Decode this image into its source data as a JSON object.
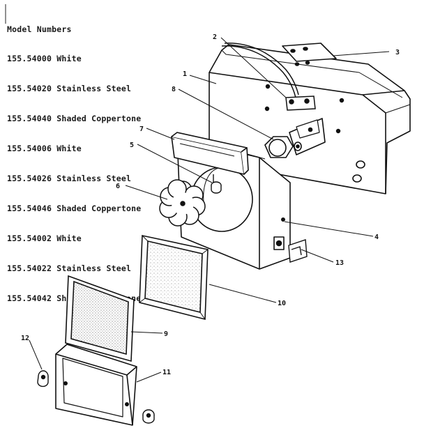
{
  "header": {
    "title": "Model Numbers"
  },
  "models": [
    "155.54000 White",
    "155.54020 Stainless Steel",
    "155.54040 Shaded Coppertone",
    "155.54006 White",
    "155.54026 Stainless Steel",
    "155.54046 Shaded Coppertone",
    "155.54002 White",
    "155.54022 Stainless Steel",
    "155.54042 Shaded Coppertone"
  ],
  "callouts": {
    "c1": "1",
    "c2": "2",
    "c3": "3",
    "c4": "4",
    "c5": "5",
    "c6": "6",
    "c7": "7",
    "c8": "8",
    "c9": "9",
    "c10": "10",
    "c11": "11",
    "c12": "12",
    "c13": "13"
  }
}
